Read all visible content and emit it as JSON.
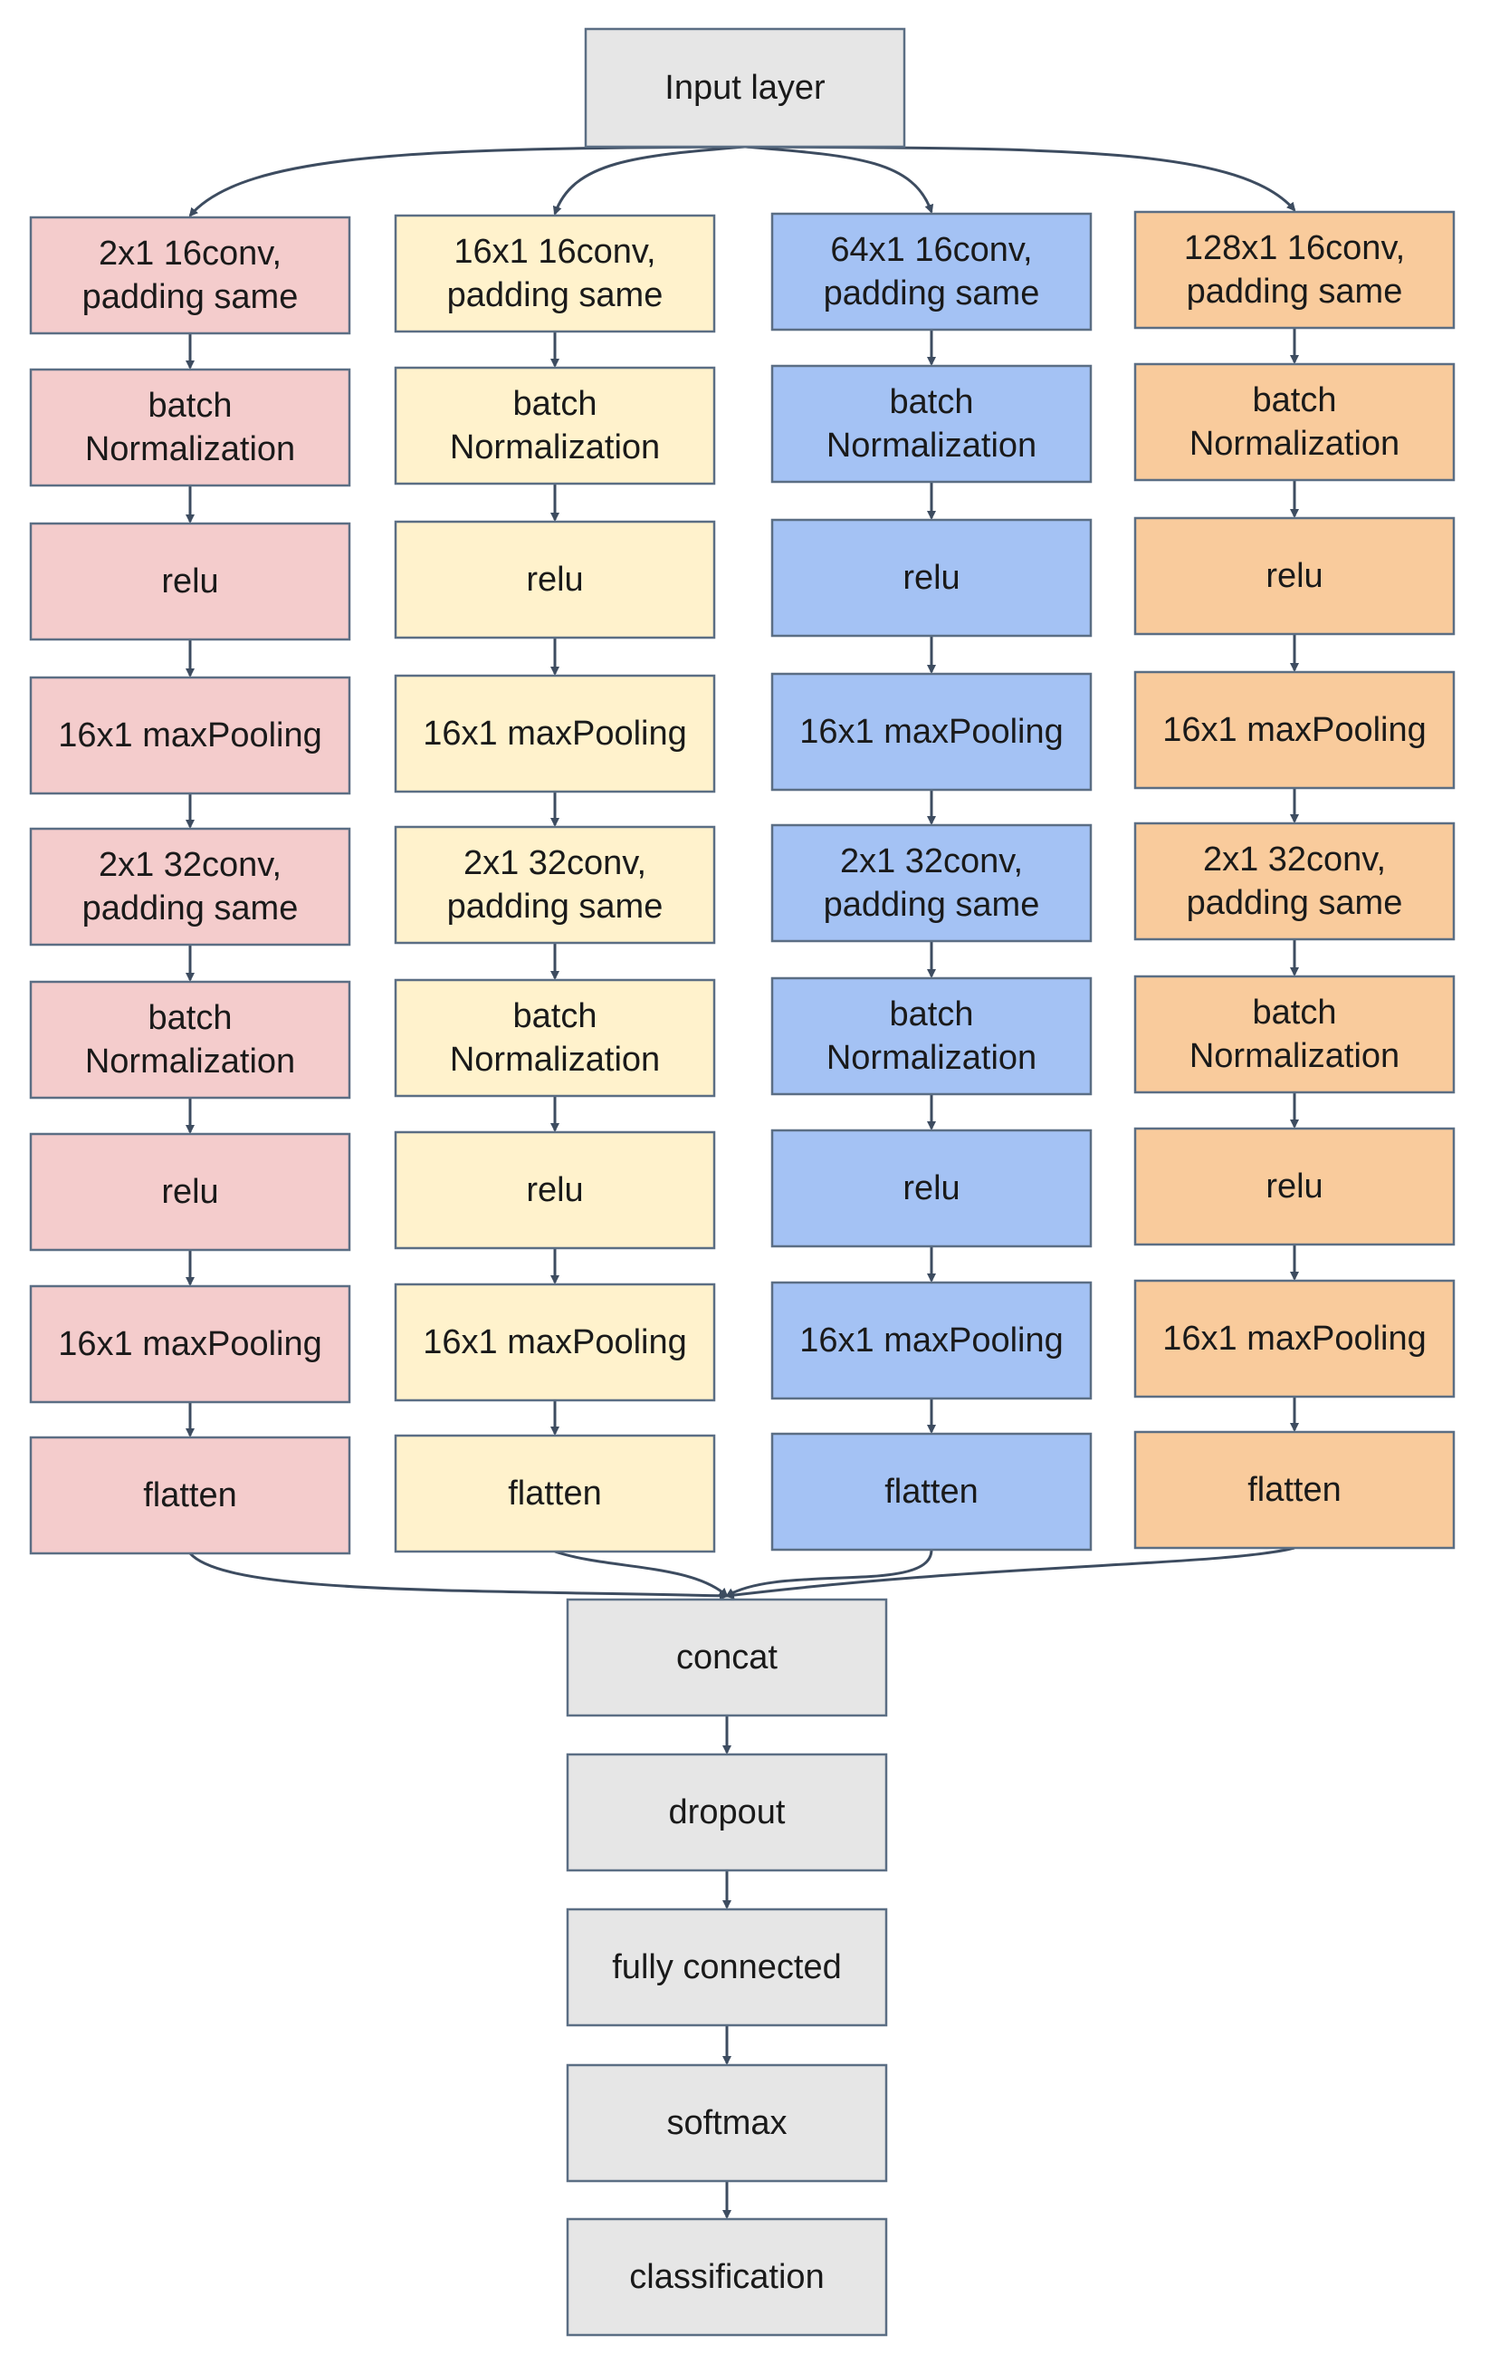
{
  "colors": {
    "input": "#e6e6e6",
    "branch_1": "#f4cccc",
    "branch_2": "#fff2cc",
    "branch_3": "#a4c2f4",
    "branch_4": "#f9cb9c",
    "head": "#e6e6e6",
    "border": "#5b6e84",
    "arrow": "#3d4c60"
  },
  "input_layer": {
    "label": "Input layer"
  },
  "branches": [
    {
      "color_key": "branch_1",
      "layers": [
        {
          "lines": [
            "2x1  16conv,",
            "padding same"
          ]
        },
        {
          "lines": [
            "batch",
            "Normalization"
          ]
        },
        {
          "lines": [
            "relu"
          ]
        },
        {
          "lines": [
            "16x1 maxPooling"
          ]
        },
        {
          "lines": [
            "2x1  32conv,",
            "padding same"
          ]
        },
        {
          "lines": [
            "batch",
            "Normalization"
          ]
        },
        {
          "lines": [
            "relu"
          ]
        },
        {
          "lines": [
            "16x1 maxPooling"
          ]
        },
        {
          "lines": [
            "flatten"
          ]
        }
      ]
    },
    {
      "color_key": "branch_2",
      "layers": [
        {
          "lines": [
            "16x1  16conv,",
            "padding same"
          ]
        },
        {
          "lines": [
            "batch",
            "Normalization"
          ]
        },
        {
          "lines": [
            "relu"
          ]
        },
        {
          "lines": [
            "16x1 maxPooling"
          ]
        },
        {
          "lines": [
            "2x1  32conv,",
            "padding same"
          ]
        },
        {
          "lines": [
            "batch",
            "Normalization"
          ]
        },
        {
          "lines": [
            "relu"
          ]
        },
        {
          "lines": [
            "16x1 maxPooling"
          ]
        },
        {
          "lines": [
            "flatten"
          ]
        }
      ]
    },
    {
      "color_key": "branch_3",
      "layers": [
        {
          "lines": [
            "64x1  16conv,",
            "padding same"
          ]
        },
        {
          "lines": [
            "batch",
            "Normalization"
          ]
        },
        {
          "lines": [
            "relu"
          ]
        },
        {
          "lines": [
            "16x1 maxPooling"
          ]
        },
        {
          "lines": [
            "2x1  32conv,",
            "padding same"
          ]
        },
        {
          "lines": [
            "batch",
            "Normalization"
          ]
        },
        {
          "lines": [
            "relu"
          ]
        },
        {
          "lines": [
            "16x1 maxPooling"
          ]
        },
        {
          "lines": [
            "flatten"
          ]
        }
      ]
    },
    {
      "color_key": "branch_4",
      "layers": [
        {
          "lines": [
            "128x1  16conv,",
            "padding same"
          ]
        },
        {
          "lines": [
            "batch",
            "Normalization"
          ]
        },
        {
          "lines": [
            "relu"
          ]
        },
        {
          "lines": [
            "16x1 maxPooling"
          ]
        },
        {
          "lines": [
            "2x1  32conv,",
            "padding same"
          ]
        },
        {
          "lines": [
            "batch",
            "Normalization"
          ]
        },
        {
          "lines": [
            "relu"
          ]
        },
        {
          "lines": [
            "16x1 maxPooling"
          ]
        },
        {
          "lines": [
            "flatten"
          ]
        }
      ]
    }
  ],
  "head_layers": [
    {
      "label": "concat"
    },
    {
      "label": "dropout"
    },
    {
      "label": "fully connected"
    },
    {
      "label": "softmax"
    },
    {
      "label": "classification"
    }
  ]
}
